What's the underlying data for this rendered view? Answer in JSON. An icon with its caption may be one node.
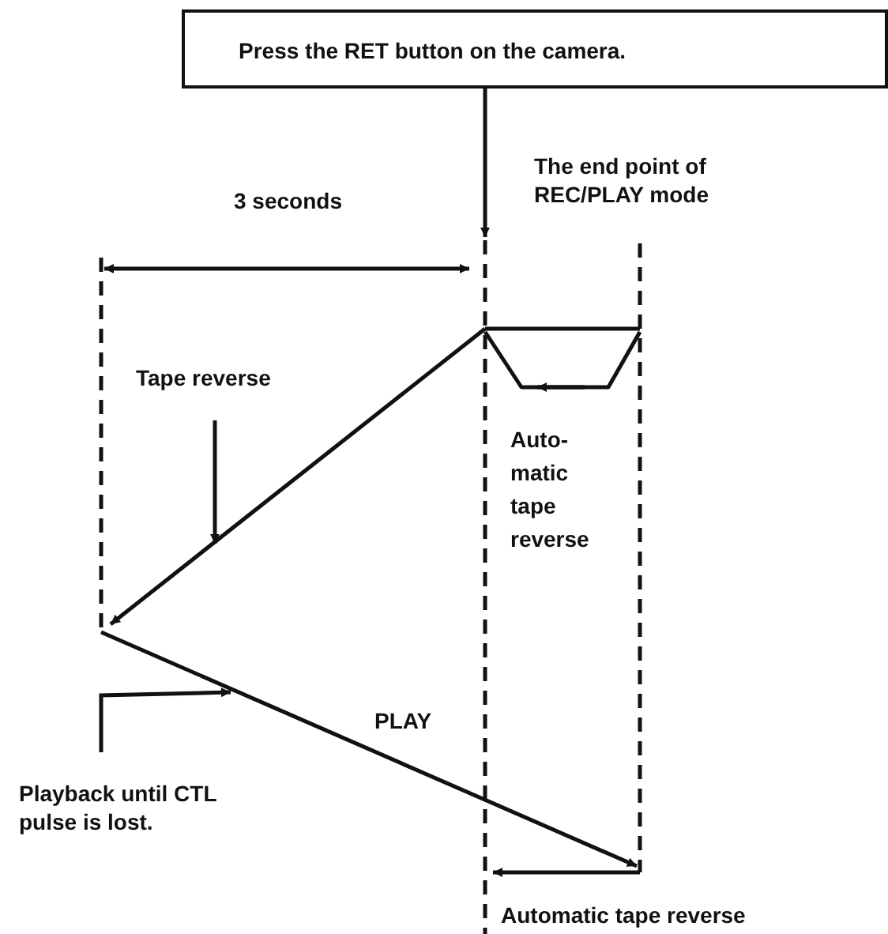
{
  "diagram": {
    "nodes": [
      {
        "text": [
          "Press the RET button on the camera."
        ]
      },
      {
        "text": [
          "Tape reverse"
        ]
      },
      {
        "text": [
          "Playback until CTL pulse is lost."
        ]
      }
    ],
    "edges": [
      {
        "from": 0,
        "to": null,
        "arrow": "to"
      },
      {
        "from": 1,
        "to": null,
        "arrow": "to"
      },
      {
        "from": 2,
        "to": null,
        "arrow": "to"
      }
    ],
    "labels": [
      "The end point of REC/PLAY mode",
      "3 seconds",
      "Auto- matic tape reverse",
      "PLAY",
      "Automatic tape reverse"
    ]
  }
}
